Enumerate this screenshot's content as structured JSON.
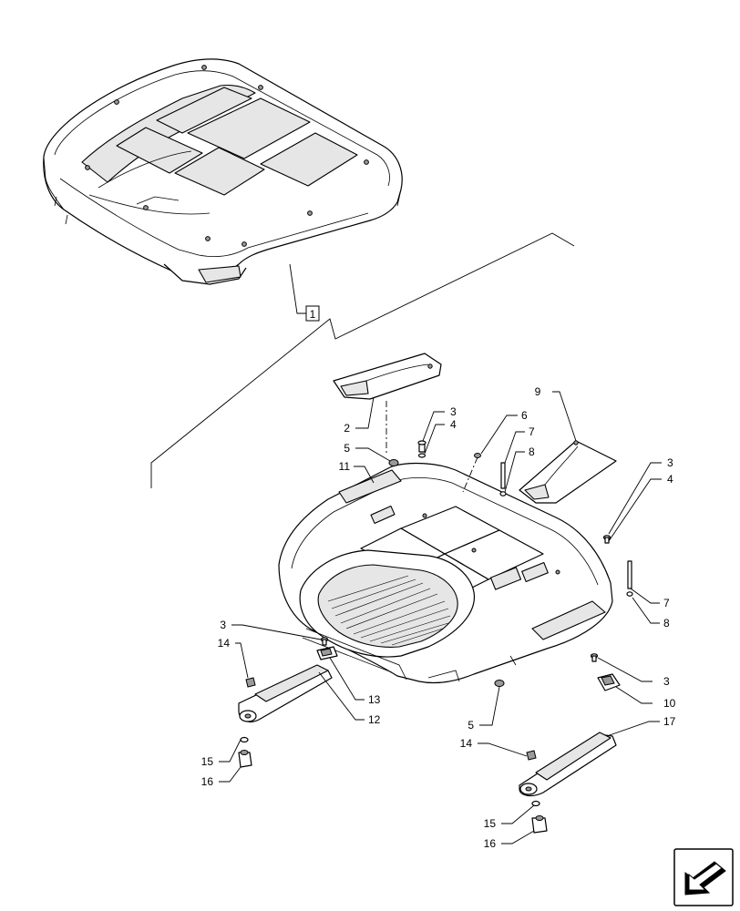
{
  "callouts": {
    "ref_assembly": "1",
    "c2": "2",
    "c3a": "3",
    "c4a": "4",
    "c5a": "5",
    "c11": "11",
    "c6": "6",
    "c7a": "7",
    "c8a": "8",
    "c9": "9",
    "c3b": "3",
    "c4b": "4",
    "c7b": "7",
    "c8b": "8",
    "c3c": "3",
    "c14a": "14",
    "c13": "13",
    "c12": "12",
    "c15a": "15",
    "c16a": "16",
    "c3d": "3",
    "c10": "10",
    "c5b": "5",
    "c17": "17",
    "c14b": "14",
    "c15b": "15",
    "c16b": "16"
  },
  "icons": {
    "navigation": "next-page-arrow-icon"
  },
  "colors": {
    "line": "#000000",
    "fill": "#ffffff",
    "shade": "#e6e6e6",
    "dark": "#9a9a9a"
  }
}
